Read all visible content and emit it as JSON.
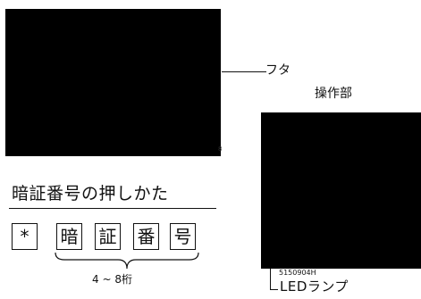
{
  "top_image": {
    "code": "8"
  },
  "callouts": {
    "lid": "フタ",
    "panel": "操作部",
    "led": "LEDランプ"
  },
  "right_image": {
    "code": "5150904H"
  },
  "section": {
    "title": "暗証番号の押しかた",
    "keys": [
      "*",
      "暗",
      "証",
      "番",
      "号"
    ],
    "digits_caption": "4 ~ 8桁"
  }
}
